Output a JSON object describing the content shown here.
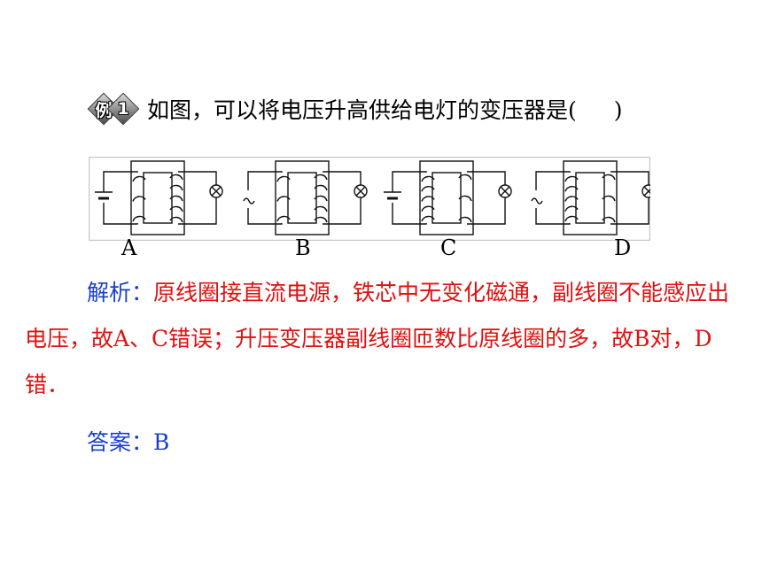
{
  "question": {
    "badge_char": "例",
    "badge_num": "1",
    "text": "如图，可以将电压升高供给电灯的变压器是(",
    "close_paren": ")"
  },
  "options": [
    {
      "label": "A",
      "source": "dc",
      "primary_turns": 3,
      "secondary_turns": 5
    },
    {
      "label": "B",
      "source": "ac",
      "primary_turns": 3,
      "secondary_turns": 5
    },
    {
      "label": "C",
      "source": "dc",
      "primary_turns": 5,
      "secondary_turns": 3
    },
    {
      "label": "D",
      "source": "ac",
      "primary_turns": 5,
      "secondary_turns": 3
    }
  ],
  "analysis": {
    "heading": "解析：",
    "body": "原线圈接直流电源，铁芯中无变化磁通，副线圈不能感应出电压，故A、C错误；升压变压器副线圈匝数比原线圈的多，故B对，D错．"
  },
  "answer": {
    "heading": "答案：",
    "value": "B"
  }
}
